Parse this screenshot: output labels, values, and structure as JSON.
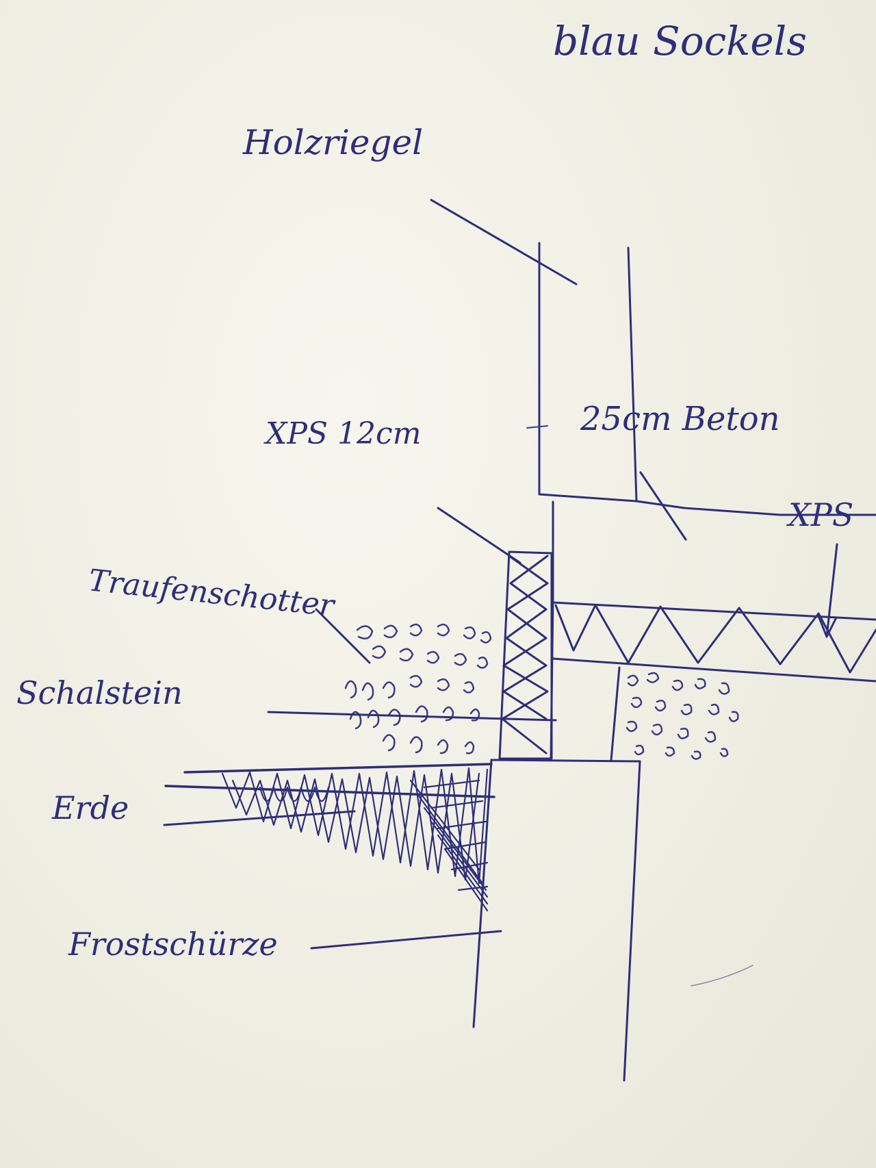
{
  "title_fragment": "blau Sockels",
  "labels": {
    "holzriegel": "Holzriegel",
    "beton": "25cm Beton",
    "xps_12": "XPS 12cm",
    "xps": "XPS",
    "traufenschotter": "Traufenschotter",
    "schalstein": "Schalstein",
    "erde": "Erde",
    "frostschuerze": "Frostschürze"
  },
  "colors": {
    "ink": "#2e2e7a",
    "paper": "#f2f0e3"
  }
}
